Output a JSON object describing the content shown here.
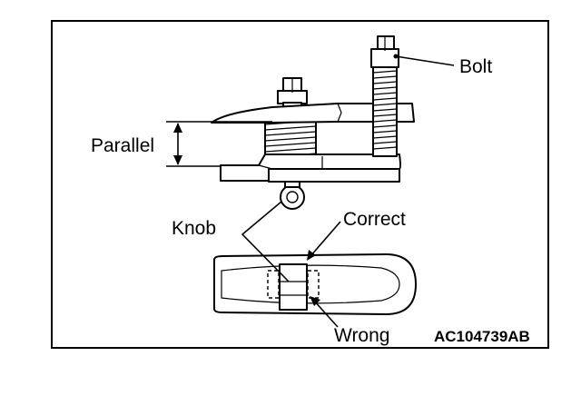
{
  "labels": {
    "bolt": "Bolt",
    "parallel": "Parallel",
    "knob": "Knob",
    "correct": "Correct",
    "wrong": "Wrong"
  },
  "figure_code": "AC104739AB",
  "colors": {
    "ink": "#000000",
    "paper": "#ffffff"
  }
}
